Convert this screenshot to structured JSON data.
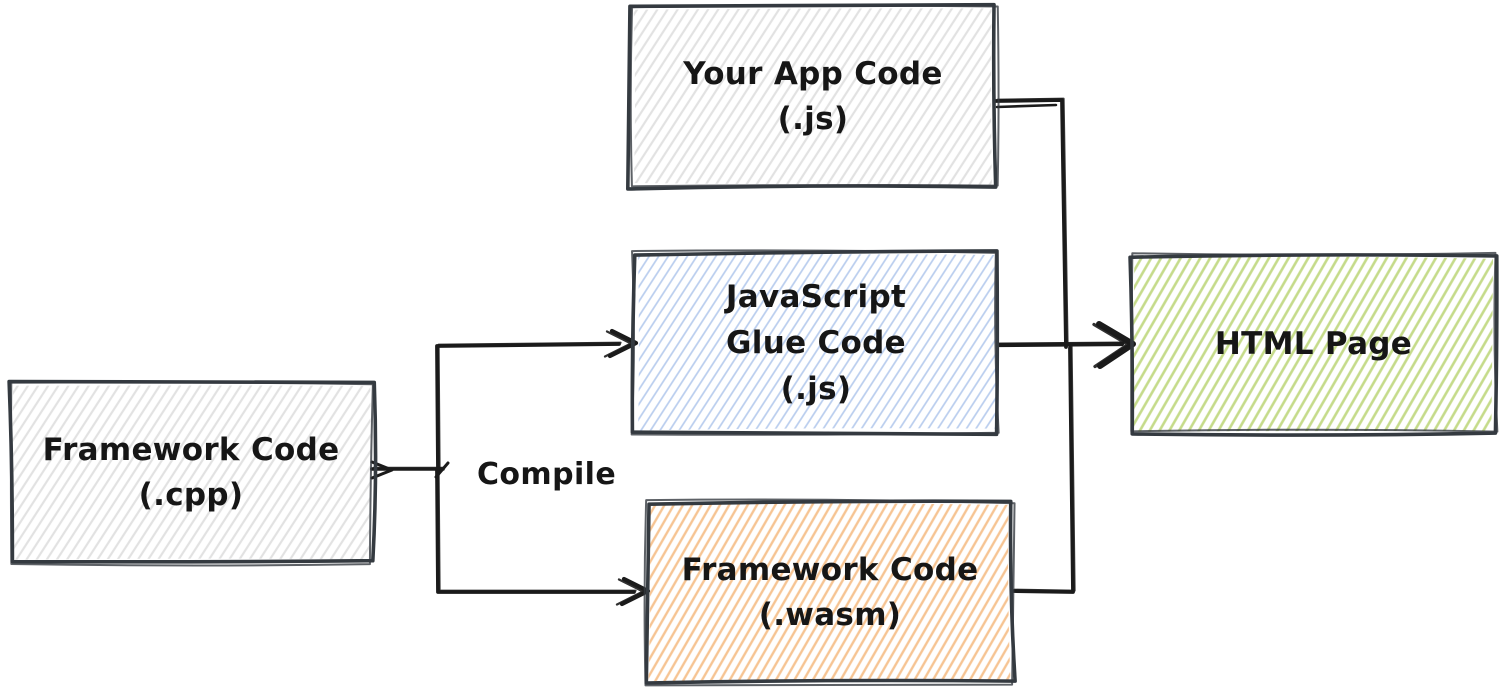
{
  "colors": {
    "background": "#ffffff",
    "box_stroke": "#343a40",
    "arrow": "#1b1b1b",
    "text": "#161616",
    "hatch_gray": "#e2e2e2",
    "hatch_blue": "#b9cdee",
    "hatch_orange": "#f6c493",
    "hatch_green": "#c5db8a"
  },
  "nodes": [
    {
      "id": "framework-cpp",
      "lines": [
        "Framework Code",
        "(.cpp)"
      ],
      "fill": "gray"
    },
    {
      "id": "your-app-code",
      "lines": [
        "Your App Code",
        "(.js)"
      ],
      "fill": "gray"
    },
    {
      "id": "js-glue-code",
      "lines": [
        "JavaScript",
        "Glue Code",
        "(.js)"
      ],
      "fill": "blue"
    },
    {
      "id": "framework-wasm",
      "lines": [
        "Framework Code",
        "(.wasm)"
      ],
      "fill": "orange"
    },
    {
      "id": "html-page",
      "lines": [
        "HTML Page"
      ],
      "fill": "green"
    }
  ],
  "edge_label": "Compile",
  "edges": [
    {
      "from": "framework-cpp",
      "to": "js-glue-code",
      "label": "Compile"
    },
    {
      "from": "framework-cpp",
      "to": "framework-wasm",
      "label": "Compile"
    },
    {
      "from": "your-app-code",
      "to": "html-page"
    },
    {
      "from": "js-glue-code",
      "to": "html-page"
    },
    {
      "from": "framework-wasm",
      "to": "html-page"
    }
  ]
}
